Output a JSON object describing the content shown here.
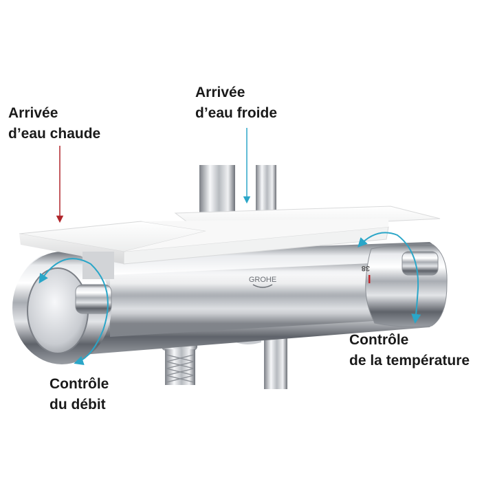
{
  "labels": {
    "hot_water": {
      "line1": "Arrivée",
      "line2": "d’eau chaude"
    },
    "cold_water": {
      "line1": "Arrivée",
      "line2": "d’eau froide"
    },
    "flow_control": {
      "line1": "Contrôle",
      "line2": "du débit"
    },
    "temperature_control": {
      "line1": "Contrôle",
      "line2": "de la température"
    }
  },
  "product": {
    "brand_mark": "GROHE",
    "temp_scale_mark": "38"
  },
  "colors": {
    "hot_arrow": "#b0242a",
    "cold_arrow": "#2aa6c8",
    "rotation_arrow": "#2aa6c8",
    "chrome_light": "#f4f5f7",
    "chrome_dark": "#7b7f86",
    "shelf": "#fafafa"
  }
}
